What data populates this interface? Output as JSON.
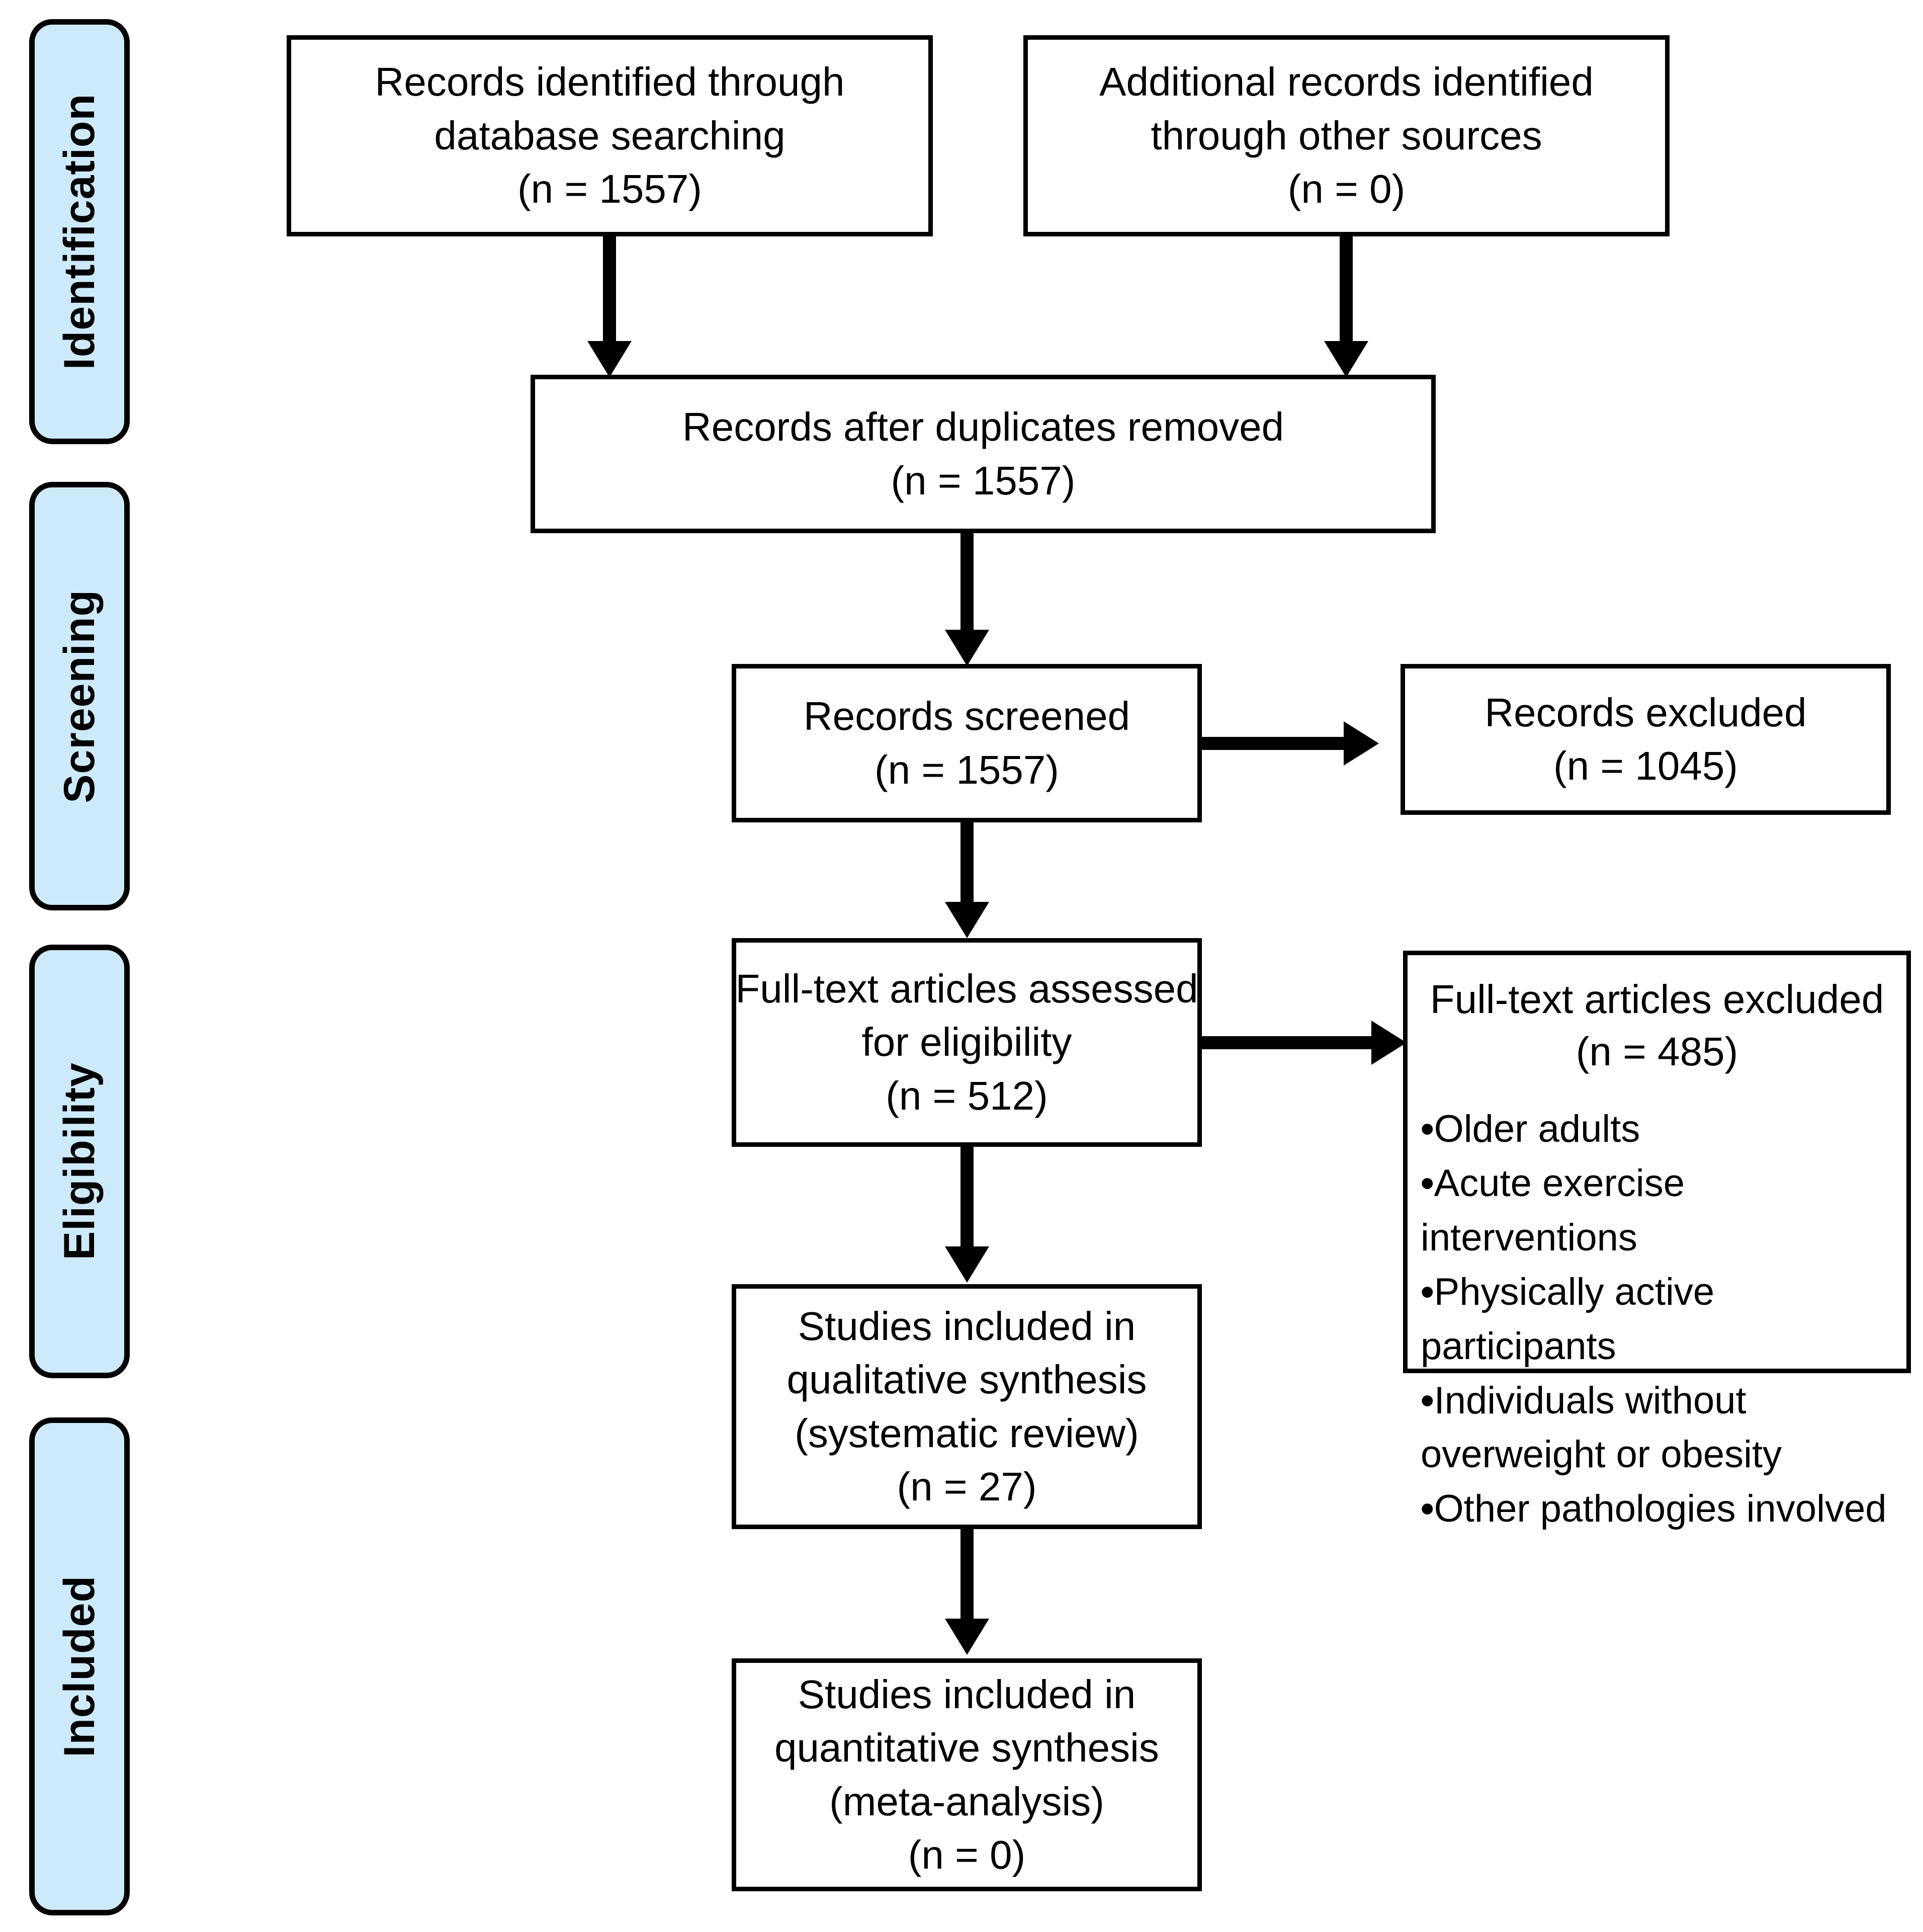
{
  "diagram": {
    "title": "PRISMA flow diagram",
    "colors": {
      "stage_fill": "#cdeafb",
      "stroke": "#000000",
      "box_fill": "#ffffff"
    }
  },
  "stages": [
    {
      "label": "Identification"
    },
    {
      "label": "Screening"
    },
    {
      "label": "Eligibility"
    },
    {
      "label": "Included"
    }
  ],
  "boxes": {
    "records_identified": {
      "lines": [
        "Records identified through",
        "database searching",
        "(n = 1557)"
      ],
      "count": 1557
    },
    "additional_records": {
      "lines": [
        "Additional records identified",
        "through other sources",
        "(n = 0)"
      ],
      "count": 0
    },
    "after_duplicates": {
      "lines": [
        "Records after duplicates removed",
        "(n = 1557)"
      ],
      "count": 1557
    },
    "records_screened": {
      "lines": [
        "Records screened",
        "(n = 1557)"
      ],
      "count": 1557
    },
    "records_excluded": {
      "lines": [
        "Records excluded",
        "(n = 1045)"
      ],
      "count": 1045
    },
    "fulltext_assessed": {
      "lines": [
        "Full-text articles assessed",
        "for eligibility",
        "(n = 512)"
      ],
      "count": 512
    },
    "fulltext_excluded": {
      "heading": [
        "Full-text articles excluded",
        "(n = 485)"
      ],
      "count": 485,
      "bullet_char": "•",
      "reasons": [
        "Older adults",
        "Acute exercise interventions",
        "Physically active participants",
        "Individuals without overweight or obesity",
        "Other pathologies involved"
      ]
    },
    "qualitative_synthesis": {
      "lines": [
        "Studies included in",
        "qualitative synthesis",
        "(systematic review)",
        "(n = 27)"
      ],
      "count": 27
    },
    "quantitative_synthesis": {
      "lines": [
        "Studies included in",
        "quantitative synthesis",
        "(meta-analysis)",
        "(n = 0)"
      ],
      "count": 0
    }
  }
}
